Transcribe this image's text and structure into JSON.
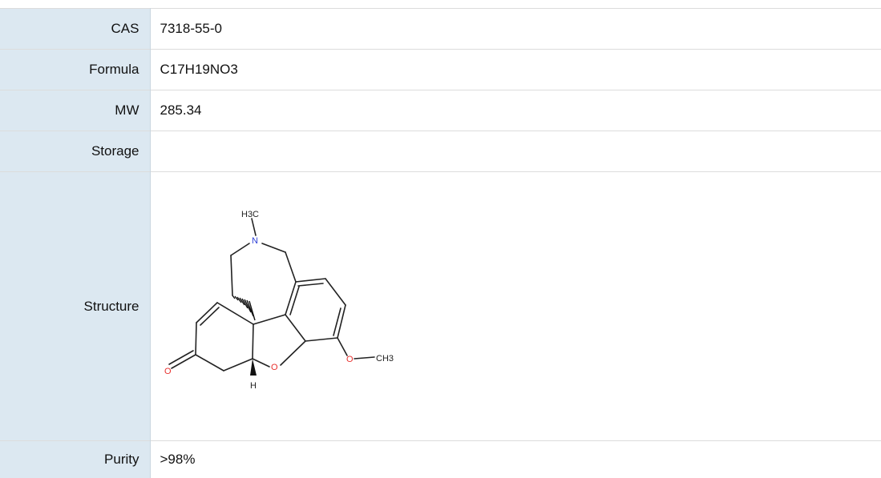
{
  "properties": [
    {
      "label": "CAS",
      "value": "7318-55-0"
    },
    {
      "label": "Formula",
      "value": "C17H19NO3"
    },
    {
      "label": "MW",
      "value": "285.34"
    },
    {
      "label": "Storage",
      "value": ""
    },
    {
      "label": "Structure",
      "value": ""
    },
    {
      "label": "Purity",
      "value": ">98%"
    }
  ],
  "structure_atoms": {
    "methyl_n": "H3C",
    "nitrogen": "N",
    "ketone_o": "O",
    "ring_o": "O",
    "hydrogen": "H",
    "methoxy_o": "O",
    "methoxy_c": "CH3"
  }
}
